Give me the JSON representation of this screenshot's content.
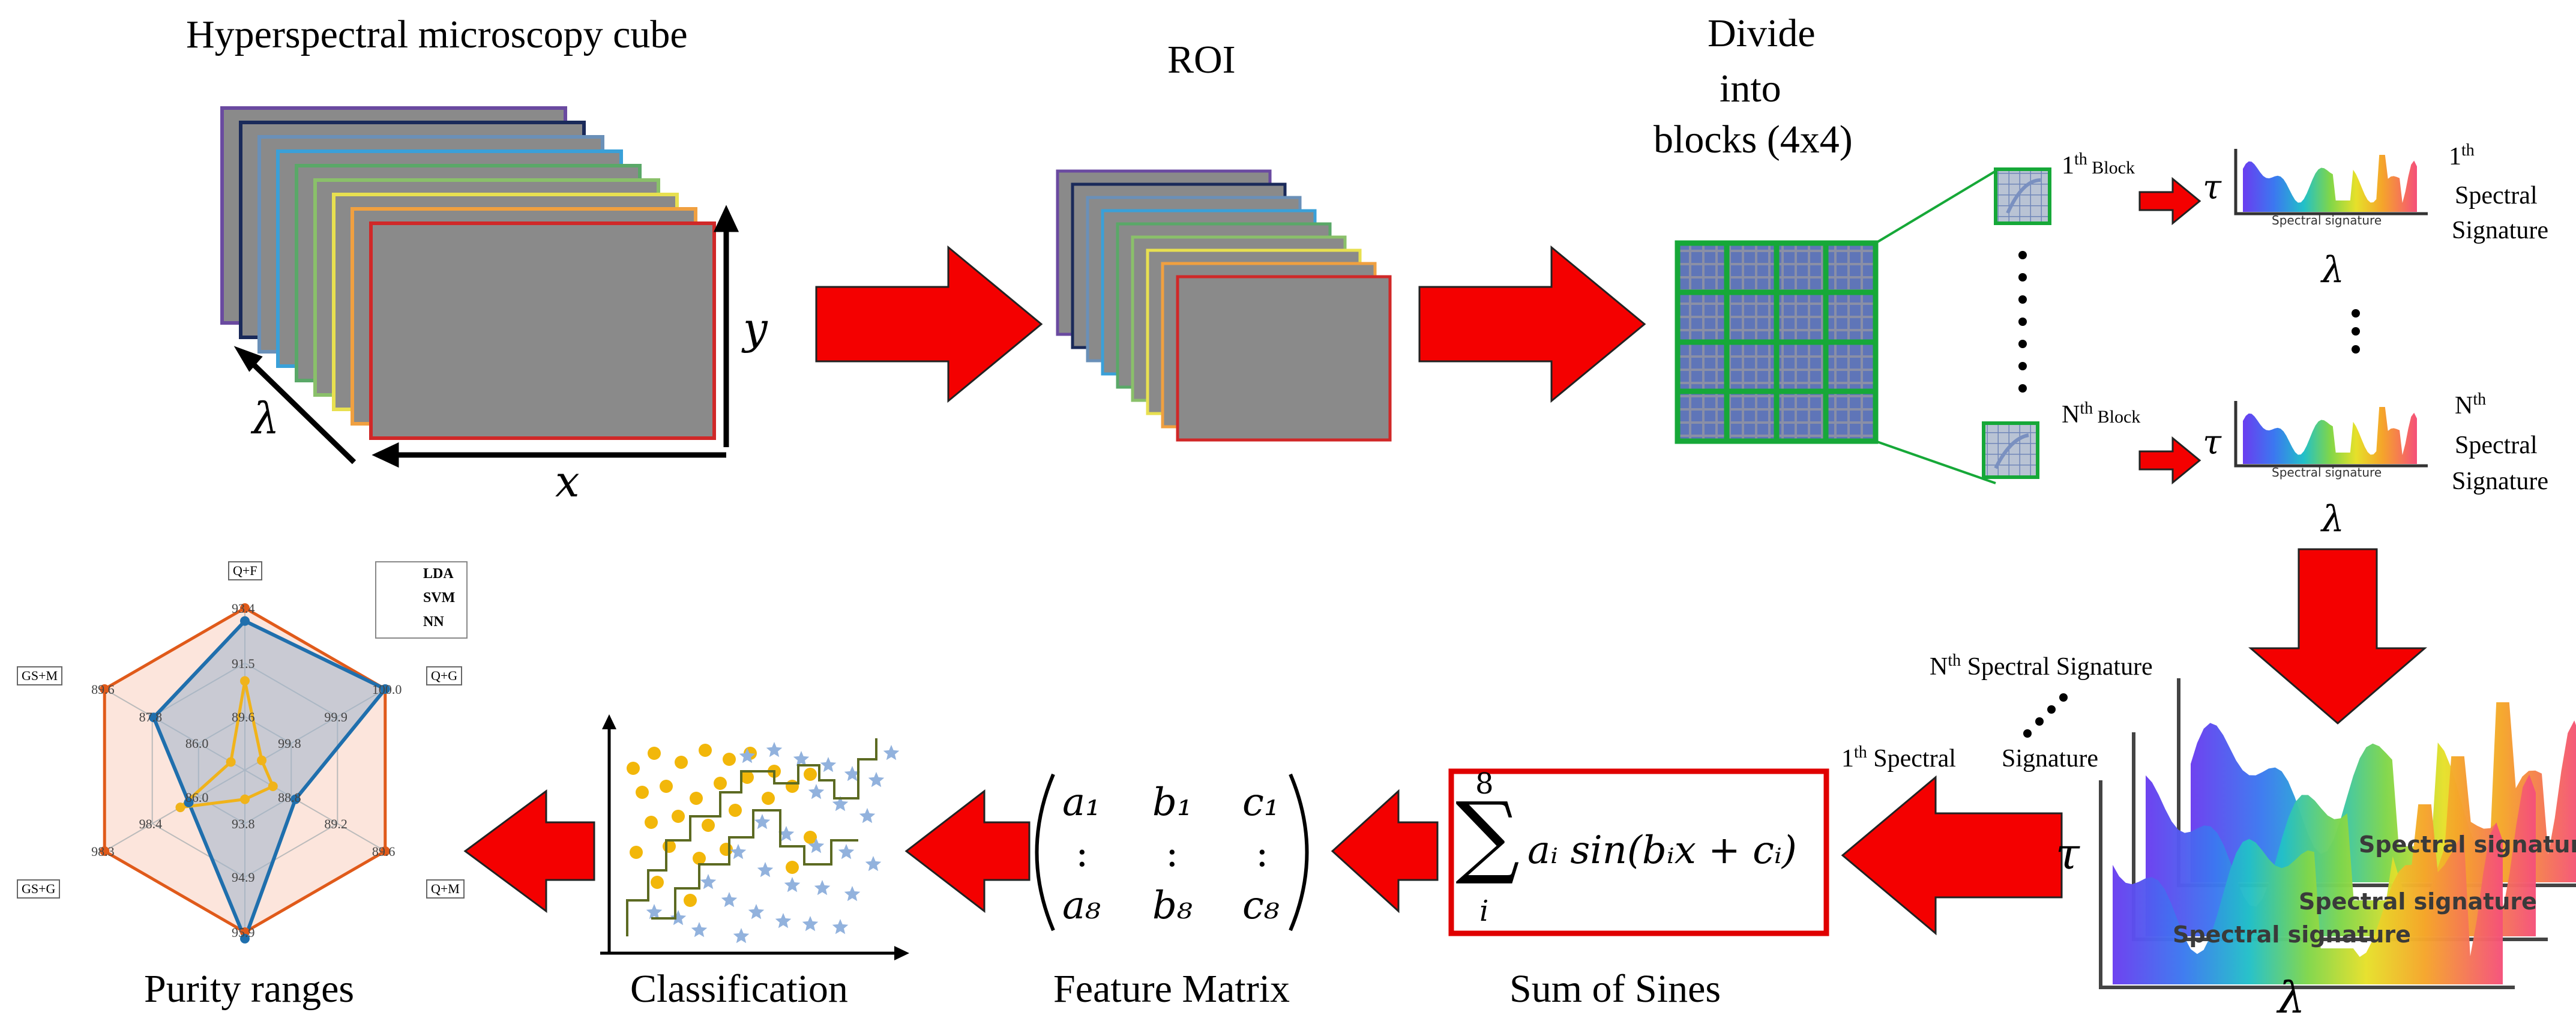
{
  "labels": {
    "cube_title": "Hyperspectral microscopy cube",
    "roi_title": "ROI",
    "divide_title": [
      "Divide",
      "into",
      "blocks (4x4)"
    ],
    "block_1": "1",
    "block_1_sup": "th",
    "block_1_suffix": " Block",
    "block_n": "N",
    "block_n_sup": "th",
    "block_n_suffix": " Block",
    "spectral_1": [
      "1",
      "th",
      "Spectral",
      "Signature"
    ],
    "spectral_n": [
      "N",
      "th",
      "Spectral",
      "Signature"
    ],
    "signature_text": "Spectral signature",
    "signature_text_partial": "Spectral signature",
    "nth_spectral_signature": "N",
    "nth_spectral_signature_sup": "th",
    "nth_spectral_signature_suffix": " Spectral Signature",
    "first_spectral": "1",
    "first_spectral_sup": "th",
    "first_spectral_suffix": " Spectral",
    "signature_word": "Signature",
    "axis_x": "x",
    "axis_y": "y",
    "axis_lambda": "λ",
    "axis_tau": "τ",
    "sum_formula": {
      "sigma": "∑",
      "upper": "8",
      "lower": "i",
      "body": "aᵢ sin(bᵢx + cᵢ)"
    },
    "matrix": [
      [
        "a₁",
        "b₁",
        "c₁"
      ],
      [
        ":",
        ":",
        ":"
      ],
      [
        "a₈",
        "b₈",
        "c₈"
      ]
    ],
    "step_purity": "Purity ranges",
    "step_classification": "Classification",
    "step_feature": "Feature Matrix",
    "step_sines": "Sum of Sines"
  },
  "radar": {
    "axes": [
      "Q+F",
      "Q+G",
      "Q+M",
      "GS+G",
      "GS+M"
    ],
    "ring_labels": [
      [
        "93.4",
        "91.5",
        "89.6"
      ],
      [
        "100.0",
        "99.9",
        "99.8"
      ],
      [
        "89.6",
        "89.2",
        "88.8"
      ],
      [
        "95.9",
        "94.9",
        "93.8"
      ],
      [
        "98.3",
        "98.4",
        "86.0"
      ],
      [
        "89.6",
        "87.8",
        "86.0"
      ]
    ],
    "legend": [
      "LDA",
      "SVM",
      "NN"
    ],
    "colors": {
      "LDA": "#1f6fad",
      "SVM": "#e05a1a",
      "NN": "#f0b31a"
    }
  }
}
